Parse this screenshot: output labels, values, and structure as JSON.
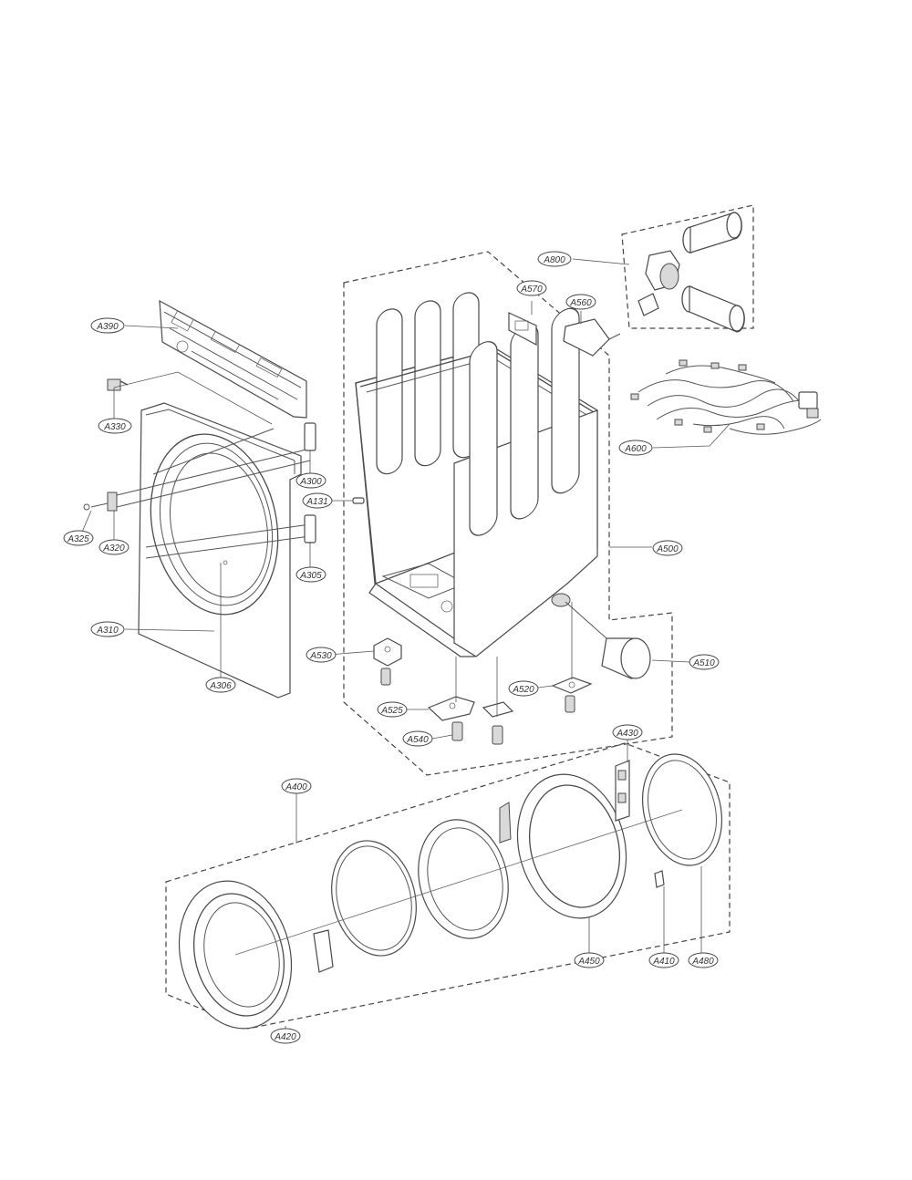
{
  "labels": {
    "a131": "A131",
    "a300": "A300",
    "a305": "A305",
    "a306": "A306",
    "a310": "A310",
    "a320": "A320",
    "a325": "A325",
    "a330": "A330",
    "a390": "A390",
    "a400": "A400",
    "a410": "A410",
    "a420": "A420",
    "a430": "A430",
    "a450": "A450",
    "a480": "A480",
    "a500": "A500",
    "a510": "A510",
    "a520": "A520",
    "a525": "A525",
    "a530": "A530",
    "a540": "A540",
    "a560": "A560",
    "a570": "A570",
    "a600": "A600",
    "a800": "A800"
  }
}
